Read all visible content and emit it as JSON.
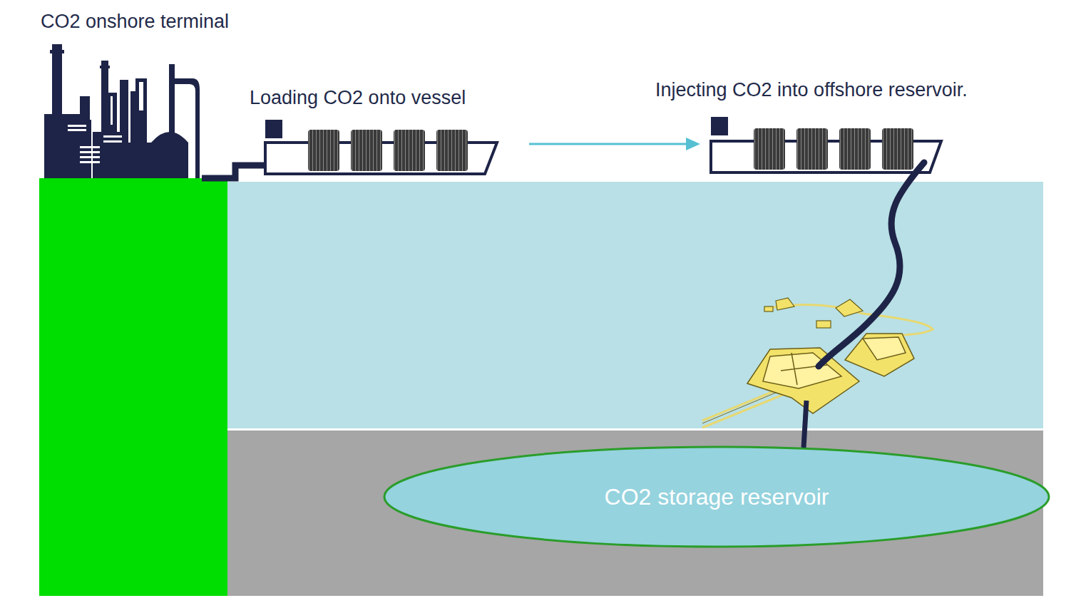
{
  "diagram": {
    "nodes": [
      {
        "text": [
          "CO2 storage reservoir"
        ]
      }
    ],
    "labels": [
      "CO2 onshore terminal",
      "Loading CO2 onto vessel",
      "Injecting CO2 into offshore reservoir."
    ]
  }
}
